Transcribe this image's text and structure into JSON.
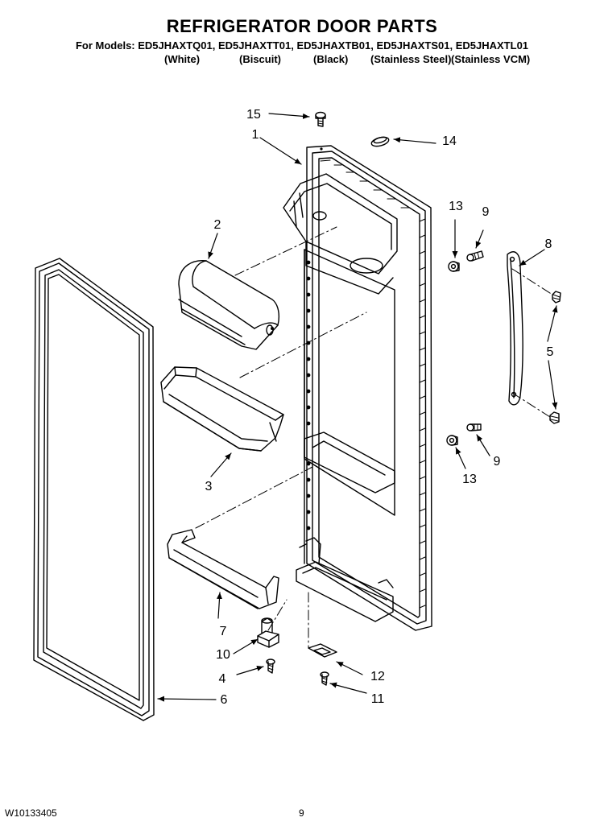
{
  "header": {
    "title": "REFRIGERATOR DOOR PARTS",
    "models_line": "For Models: ED5JHAXTQ01, ED5JHAXTT01, ED5JHAXTB01, ED5JHAXTS01, ED5JHAXTL01",
    "colors": [
      "(White)",
      "(Biscuit)",
      "(Black)",
      "(Stainless Steel)",
      "(Stainless VCM)"
    ]
  },
  "callouts": {
    "c1": "1",
    "c2": "2",
    "c3": "3",
    "c4": "4",
    "c5": "5",
    "c6": "6",
    "c7": "7",
    "c8": "8",
    "c9a": "9",
    "c9b": "9",
    "c10": "10",
    "c11": "11",
    "c12": "12",
    "c13a": "13",
    "c13b": "13",
    "c14": "14",
    "c15": "15"
  },
  "footer": {
    "doc_number": "W10133405",
    "page_number": "9"
  }
}
